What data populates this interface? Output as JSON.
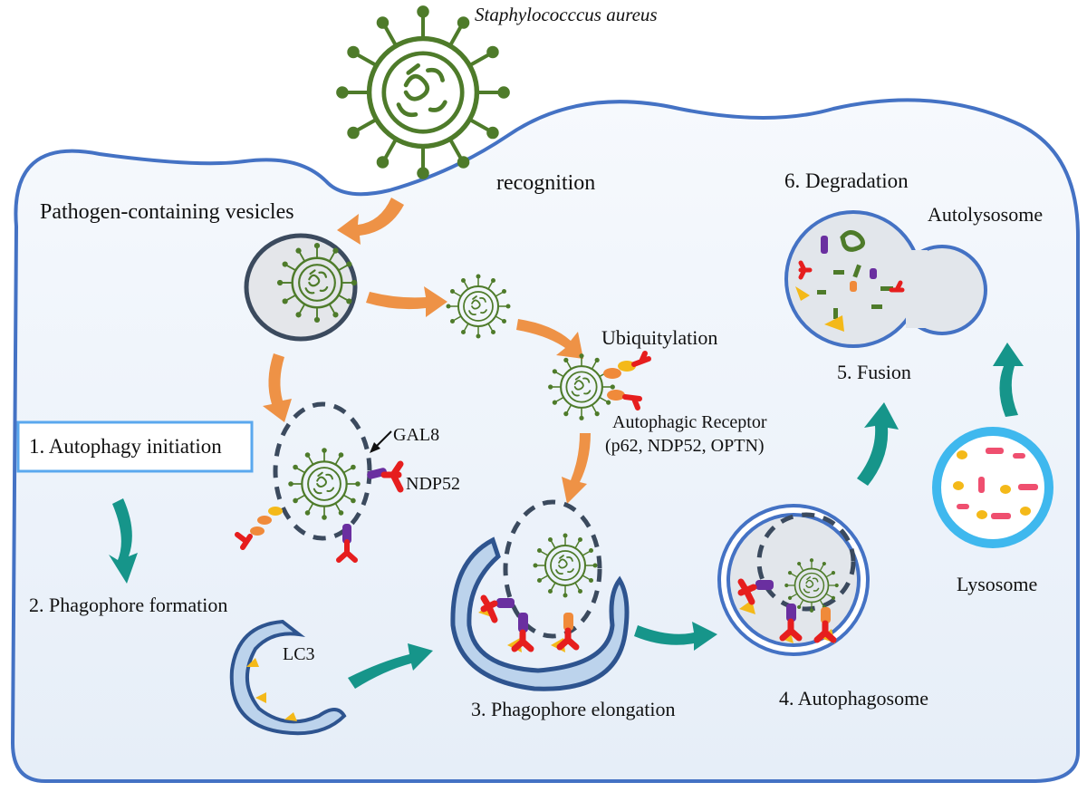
{
  "organism_label": "Staphylococccus aureus",
  "labels": {
    "recognition": "recognition",
    "pathogen_vesicles": "Pathogen-containing vesicles",
    "ubiquitylation": "Ubiquitylation",
    "receptor_line1": "Autophagic Receptor",
    "receptor_line2": "(p62, NDP52, OPTN)",
    "gal8": "GAL8",
    "ndp52": "NDP52",
    "lc3": "LC3",
    "lysosome": "Lysosome",
    "autolysosome": "Autolysosome"
  },
  "steps": {
    "step1": "1. Autophagy initiation",
    "step2": "2. Phagophore formation",
    "step3": "3. Phagophore elongation",
    "step4": "4. Autophagosome",
    "step5": "5. Fusion",
    "step6": "6. Degradation"
  },
  "colors": {
    "cell_fill": "#eef3fa",
    "cell_border": "#4472c4",
    "bacterium": "#4e7b2a",
    "orange_arrow": "#ee9246",
    "teal_arrow": "#16958a",
    "membrane_fill": "#bcd3ec",
    "membrane_border": "#2e548f",
    "vesicle_border": "#3b4a5e",
    "lysosome_ring": "#3fb8ee",
    "receptor_red": "#e61e1e",
    "receptor_purple": "#6a2fa0",
    "ubiquitin_orange": "#f08a3a",
    "lc3_yellow": "#f4b919"
  }
}
